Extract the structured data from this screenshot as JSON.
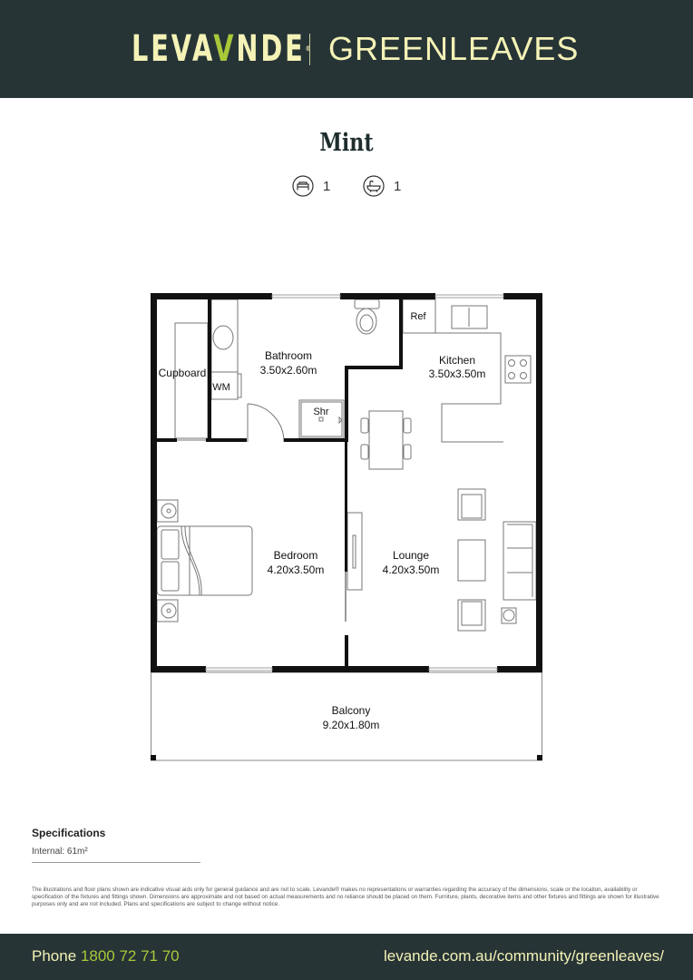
{
  "header": {
    "brand_left": "LEVA",
    "brand_v": "V",
    "brand_right": "NDE",
    "brand_reg": "®",
    "community": "GREENLEAVES"
  },
  "plan_title": "Mint",
  "features": {
    "bedrooms": "1",
    "bathrooms": "1",
    "bed_icon": "bed-icon",
    "bath_icon": "bathtub-icon"
  },
  "rooms": {
    "bathroom": {
      "name": "Bathroom",
      "size": "3.50x2.60m"
    },
    "kitchen": {
      "name": "Kitchen",
      "size": "3.50x3.50m"
    },
    "bedroom": {
      "name": "Bedroom",
      "size": "4.20x3.50m"
    },
    "lounge": {
      "name": "Lounge",
      "size": "4.20x3.50m"
    },
    "balcony": {
      "name": "Balcony",
      "size": "9.20x1.80m"
    },
    "cupboard": "Cupboard",
    "wm": "WM",
    "shower": "Shr",
    "fridge": "Ref"
  },
  "specifications": {
    "heading": "Specifications",
    "internal": "Internal: 61m²"
  },
  "disclaimer": "The illustrations and floor plans shown are indicative visual aids only for general guidance and are not to scale. Levande® makes no representations or warranties regarding the accuracy of the dimensions, scale or the location, availability or specification of the fixtures and fittings shown. Dimensions are approximate and not based on actual measurements and no reliance should be placed on them. Furniture, plants, decorative items and other fixtures and fittings are shown for illustrative purposes only and are not included. Plans and specifications are subject to change without notice.",
  "footer": {
    "phone_label": "Phone",
    "phone_number": "1800 72 71 70",
    "url": "levande.com.au/community/greenleaves/"
  },
  "colors": {
    "header_bg": "#263436",
    "brand_cream": "#f4f2b6",
    "brand_green": "#a8c83a"
  }
}
